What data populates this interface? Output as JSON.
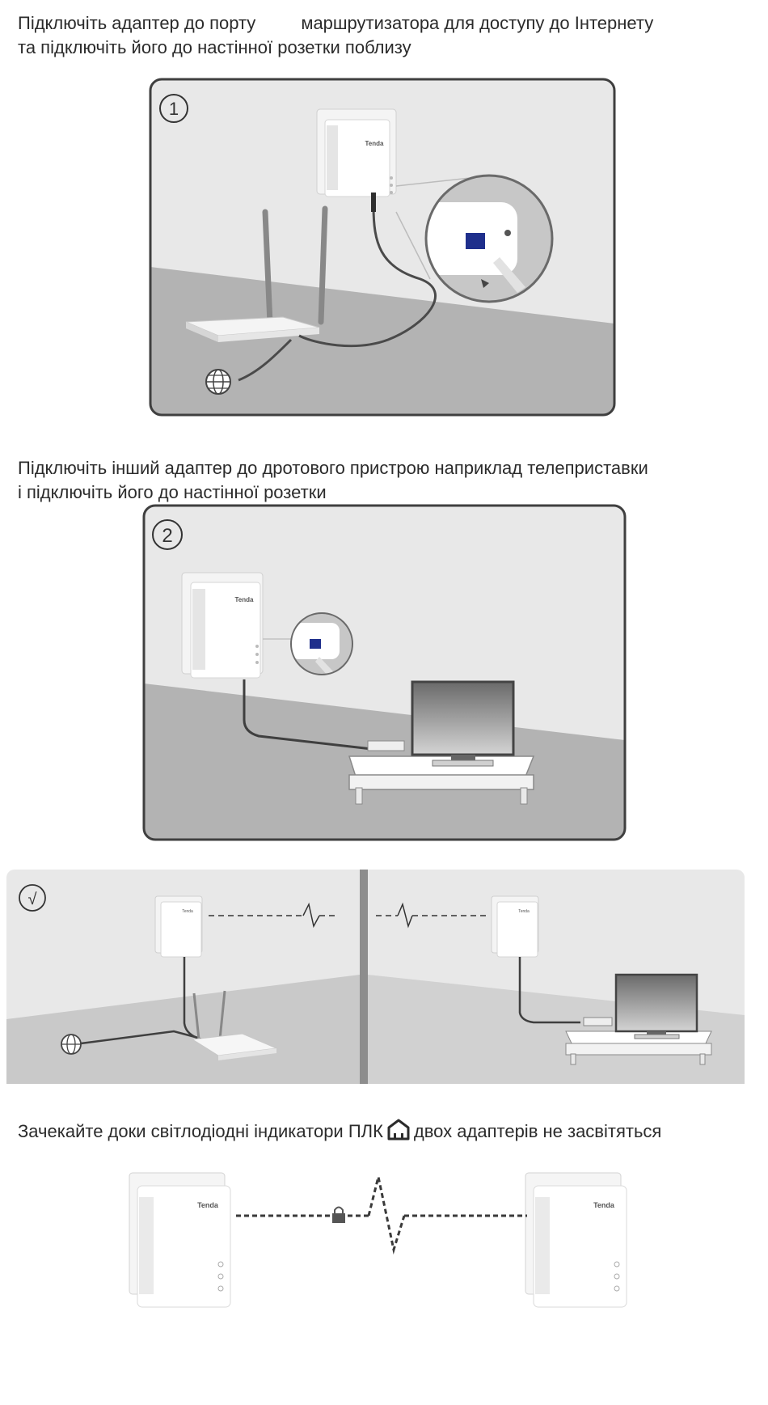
{
  "step1": {
    "text_a": "Підключіть адаптер до порту",
    "text_b": "маршрутизатора для доступу до Інтернету",
    "text_line2": "та підключіть його до настінної розетки поблизу",
    "badge": "1",
    "brand": "Tenda"
  },
  "step2": {
    "text_line1": "Підключіть інший адаптер до дротового пристрою  наприклад телеприставки",
    "text_line2": "і підключіть його до настінної розетки",
    "badge": "2",
    "brand": "Tenda"
  },
  "result": {
    "badge": "√",
    "brand": "Tenda"
  },
  "step3": {
    "text_before": "Зачекайте  доки світлодіодні індикатори ПЛК",
    "text_after": "двох адаптерів не засвітяться",
    "brand": "Tenda"
  }
}
